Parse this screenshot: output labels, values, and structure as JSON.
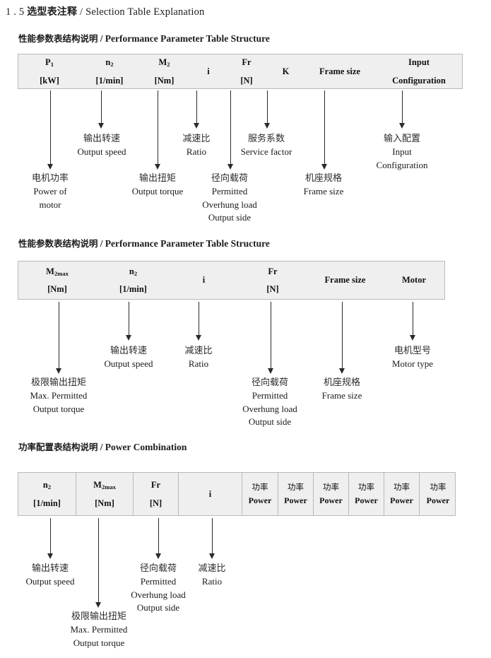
{
  "document": {
    "section_number": "1 . 5",
    "section_title_cn": "选型表注释",
    "section_separator": "/",
    "section_title_en": "Selection Table Explanation"
  },
  "sections": [
    {
      "heading_cn": "性能参数表结构说明",
      "heading_sep": "/",
      "heading_en": "Performance Parameter Table Structure",
      "table": {
        "divided": false,
        "columns": [
          {
            "symbol": "P",
            "sub": "1",
            "unit": "[kW]"
          },
          {
            "symbol": "n",
            "sub": "2",
            "unit": "[1/min]"
          },
          {
            "symbol": "M",
            "sub": "2",
            "unit": "[Nm]"
          },
          {
            "symbol": "i",
            "sub": "",
            "unit": ""
          },
          {
            "symbol": "Fr",
            "sub": "",
            "unit": "[N]"
          },
          {
            "symbol": "K",
            "sub": "",
            "unit": ""
          },
          {
            "symbol": "Frame size",
            "sub": "",
            "unit": ""
          },
          {
            "symbol": "Input",
            "sub": "",
            "unit": "Configuration"
          }
        ]
      },
      "callouts": [
        {
          "cn": "电机功率",
          "en": [
            "Power of",
            "motor"
          ]
        },
        {
          "cn": "输出转速",
          "en": [
            "Output speed"
          ]
        },
        {
          "cn": "输出扭矩",
          "en": [
            "Output torque"
          ]
        },
        {
          "cn": "减速比",
          "en": [
            "Ratio"
          ]
        },
        {
          "cn": "径向载荷",
          "en": [
            "Permitted",
            "Overhung load",
            "Output side"
          ]
        },
        {
          "cn": "服务系数",
          "en": [
            "Service factor"
          ]
        },
        {
          "cn": "机座规格",
          "en": [
            "Frame size"
          ]
        },
        {
          "cn": "输入配置",
          "en": [
            "Input",
            "Configuration"
          ]
        }
      ]
    },
    {
      "heading_cn": "性能参数表结构说明",
      "heading_sep": "/",
      "heading_en": "Performance Parameter Table Structure",
      "table": {
        "divided": false,
        "columns": [
          {
            "symbol": "M",
            "sub": "2max",
            "unit": "[Nm]"
          },
          {
            "symbol": "n",
            "sub": "2",
            "unit": "[1/min]"
          },
          {
            "symbol": "i",
            "sub": "",
            "unit": ""
          },
          {
            "symbol": "Fr",
            "sub": "",
            "unit": "[N]"
          },
          {
            "symbol": "Frame size",
            "sub": "",
            "unit": ""
          },
          {
            "symbol": "Motor",
            "sub": "",
            "unit": ""
          }
        ]
      },
      "callouts": [
        {
          "cn": "极限输出扭矩",
          "en": [
            "Max. Permitted",
            "Output  torque"
          ]
        },
        {
          "cn": "输出转速",
          "en": [
            "Output speed"
          ]
        },
        {
          "cn": "减速比",
          "en": [
            "Ratio"
          ]
        },
        {
          "cn": "径向载荷",
          "en": [
            "Permitted",
            "Overhung load",
            "Output side"
          ]
        },
        {
          "cn": "机座规格",
          "en": [
            "Frame size"
          ]
        },
        {
          "cn": "电机型号",
          "en": [
            "Motor type"
          ]
        }
      ]
    },
    {
      "heading_cn": "功率配置表结构说明",
      "heading_sep": "/",
      "heading_en": "Power Combination",
      "table": {
        "divided": true,
        "columns": [
          {
            "symbol": "n",
            "sub": "2",
            "unit": "[1/min]"
          },
          {
            "symbol": "M",
            "sub": "2max",
            "unit": "[Nm]"
          },
          {
            "symbol": "Fr",
            "sub": "",
            "unit": "[N]"
          },
          {
            "symbol": "i",
            "sub": "",
            "unit": ""
          },
          {
            "symbol": "功率",
            "sub": "",
            "unit": "Power"
          },
          {
            "symbol": "功率",
            "sub": "",
            "unit": "Power"
          },
          {
            "symbol": "功率",
            "sub": "",
            "unit": "Power"
          },
          {
            "symbol": "功率",
            "sub": "",
            "unit": "Power"
          },
          {
            "symbol": "功率",
            "sub": "",
            "unit": "Power"
          },
          {
            "symbol": "功率",
            "sub": "",
            "unit": "Power"
          }
        ]
      },
      "callouts": [
        {
          "cn": "输出转速",
          "en": [
            "Output speed"
          ]
        },
        {
          "cn": "极限输出扭矩",
          "en": [
            "Max. Permitted",
            "Output  torque"
          ]
        },
        {
          "cn": "径向载荷",
          "en": [
            "Permitted",
            "Overhung load",
            "Output side"
          ]
        },
        {
          "cn": "减速比",
          "en": [
            "Ratio"
          ]
        }
      ]
    }
  ],
  "colors": {
    "table_fill": "#efeff0",
    "table_border": "#b9b9b9",
    "arrow": "#2a2a2a",
    "text": "#1c1c1c"
  }
}
